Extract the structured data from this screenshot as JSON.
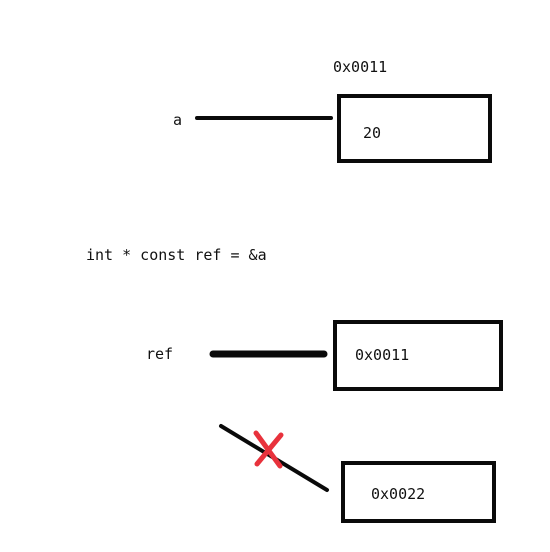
{
  "variable_a": {
    "name": "a",
    "address": "0x0011",
    "value": "20"
  },
  "code_line": "int * const ref = &a",
  "variable_ref": {
    "name": "ref",
    "value": "0x0011",
    "rejected_value": "0x0022"
  },
  "colors": {
    "ink": "#0a0a0a",
    "cross": "#e8323c"
  },
  "icons": {
    "rejected_mark": "x-cross-icon"
  }
}
